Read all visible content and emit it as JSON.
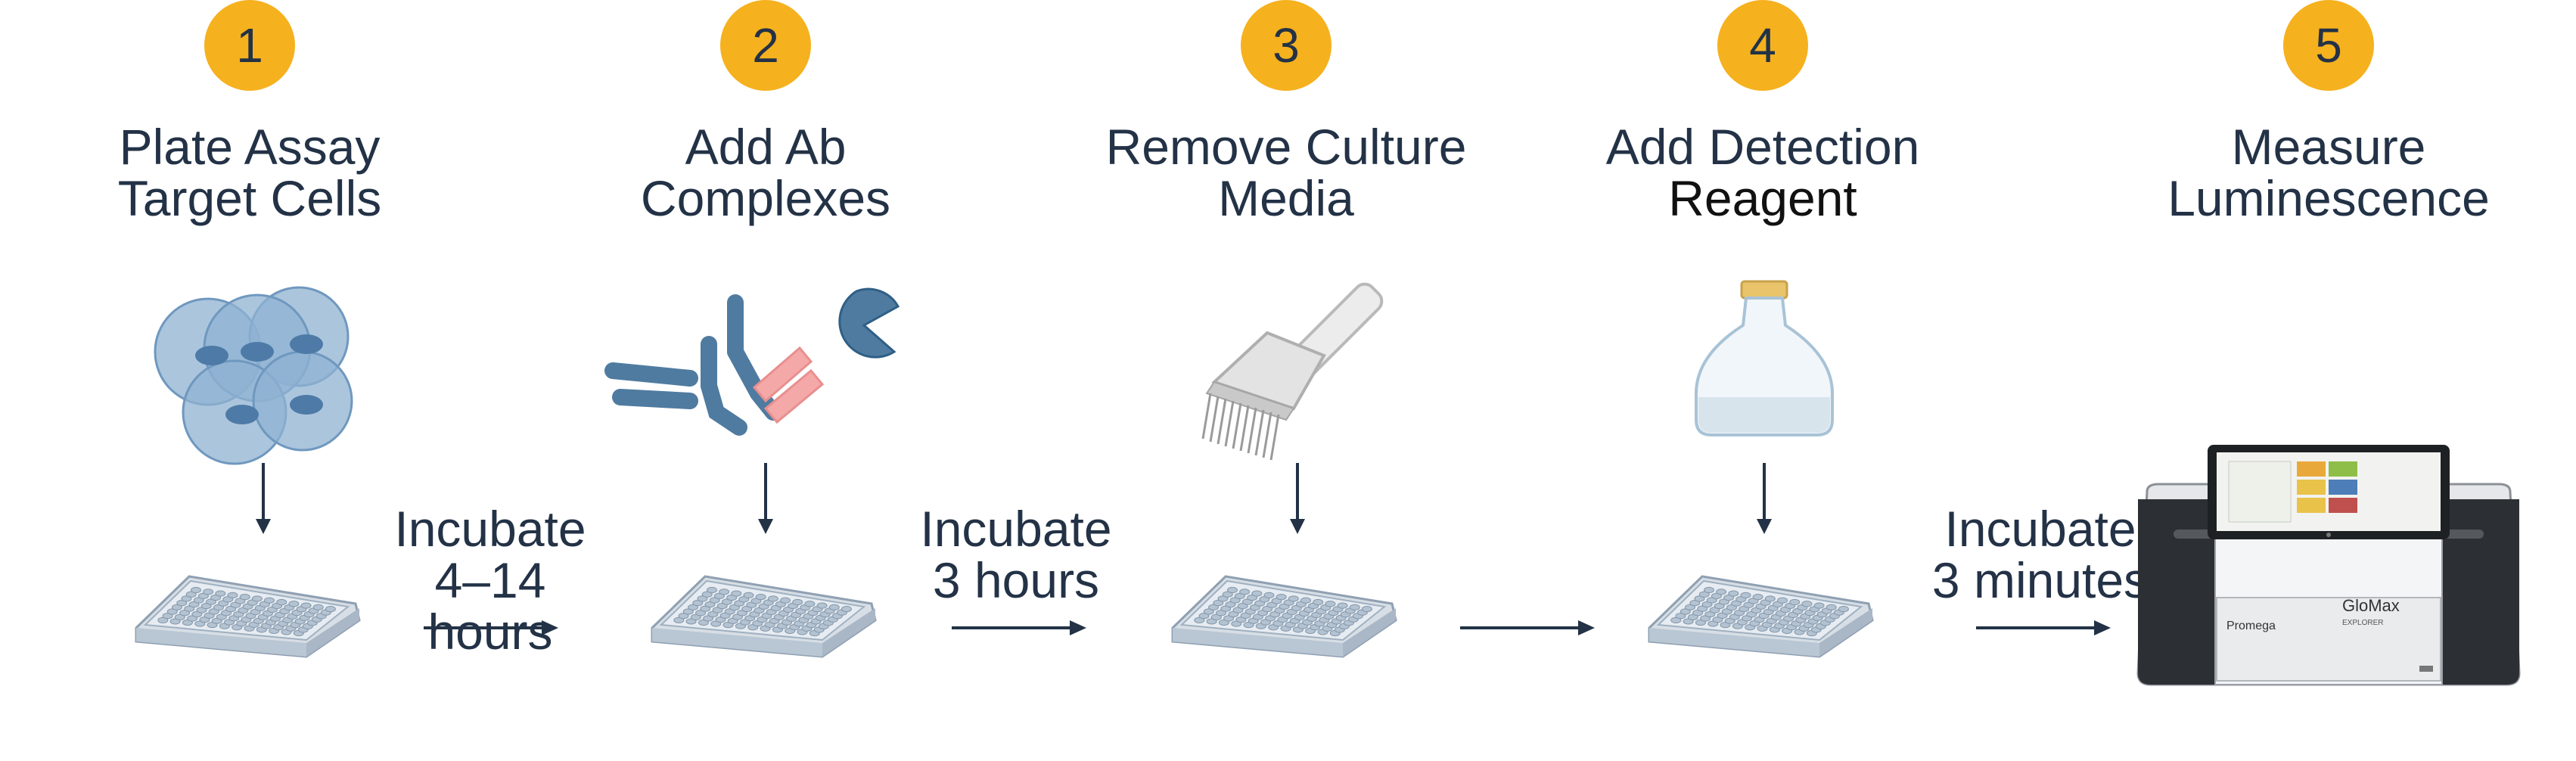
{
  "steps": [
    {
      "number": "1",
      "title": [
        "Plate Assay",
        "Target Cells"
      ]
    },
    {
      "number": "2",
      "title": [
        "Add Ab",
        "Complexes"
      ]
    },
    {
      "number": "3",
      "title": [
        "Remove Culture",
        "Media"
      ]
    },
    {
      "number": "4",
      "title": [
        "Add Detection",
        "Reagent"
      ]
    },
    {
      "number": "5",
      "title": [
        "Measure",
        "Luminescence"
      ]
    }
  ],
  "incubations": [
    {
      "lines": [
        "Incubate",
        "4–14 hours"
      ]
    },
    {
      "lines": [
        "Incubate",
        "3 hours"
      ]
    },
    {
      "lines": []
    },
    {
      "lines": [
        "Incubate",
        "3 minutes"
      ]
    }
  ],
  "device": {
    "brand": "Promega",
    "model": "GloMax",
    "model_sub": "EXPLORER"
  },
  "colors": {
    "badge": "#F5B11E",
    "text": "#233246",
    "antibody": "#4F7BA0",
    "pink": "#F2A7A7",
    "cells": "#7FA6C9"
  }
}
